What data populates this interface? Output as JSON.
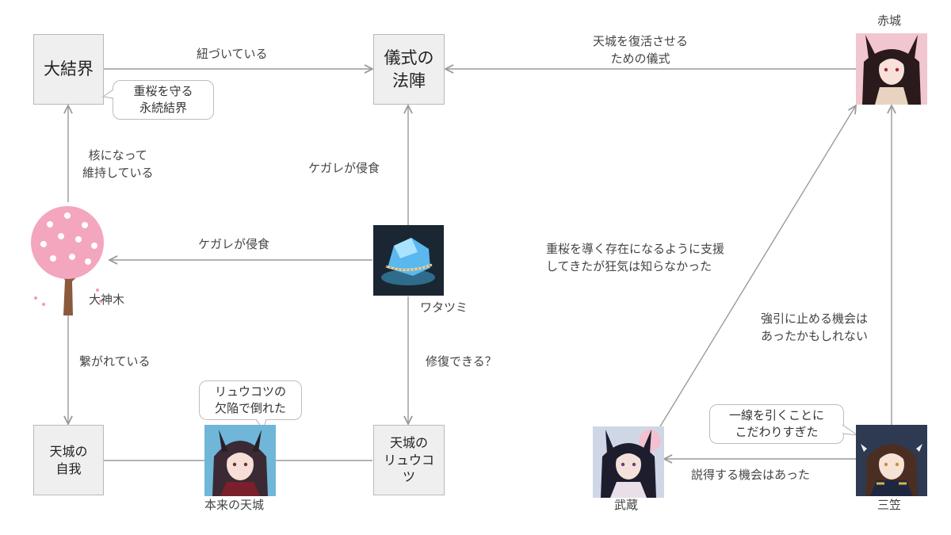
{
  "colors": {
    "line": "#9a9a9a",
    "box_fill": "#efefef",
    "box_border": "#b9b9b9",
    "blossom": "#f3a6bd",
    "trunk": "#8b5a3c",
    "crystal": "#5ab8ee"
  },
  "nodes": {
    "daikekkai": "大結界",
    "gishiki": "儀式の\n法陣",
    "amagi_jiga": "天城の\n自我",
    "amagi_ryuukotsu": "天城の\nリュウコ\nツ"
  },
  "characters": {
    "akagi": "赤城",
    "daishinboku": "大神木",
    "watatsumi": "ワタツミ",
    "honrai_amagi": "本来の天城",
    "musashi": "武蔵",
    "mikasa": "三笠"
  },
  "callouts": {
    "daikekkai_note": "重桜を守る\n永続結界",
    "amagi_note": "リュウコツの\n欠陥で倒れた",
    "mikasa_note": "一線を引くことに\nこだわりすぎた"
  },
  "edges": {
    "kekkai_to_gishiki": "紐づいている",
    "akagi_to_gishiki": "天城を復活させる\nための儀式",
    "tree_to_kekkai": "核になって\n維持している",
    "watatsumi_to_gishiki": "ケガレが侵食",
    "watatsumi_to_tree": "ケガレが侵食",
    "tree_to_jiga": "繋がれている",
    "watatsumi_to_ryuukotsu": "修復できる？",
    "musashi_to_akagi": "重桜を導く存在になるように支援\nしてきたが狂気は知らなかった",
    "mikasa_to_akagi": "強引に止める機会は\nあったかもしれない",
    "mikasa_to_musashi": "説得する機会はあった"
  },
  "icons": {
    "tree": "cherry-blossom-tree-icon",
    "crystal": "watatsumi-crystal-icon",
    "akagi": "akagi-portrait",
    "amagi": "amagi-portrait",
    "musashi": "musashi-portrait",
    "mikasa": "mikasa-portrait"
  }
}
